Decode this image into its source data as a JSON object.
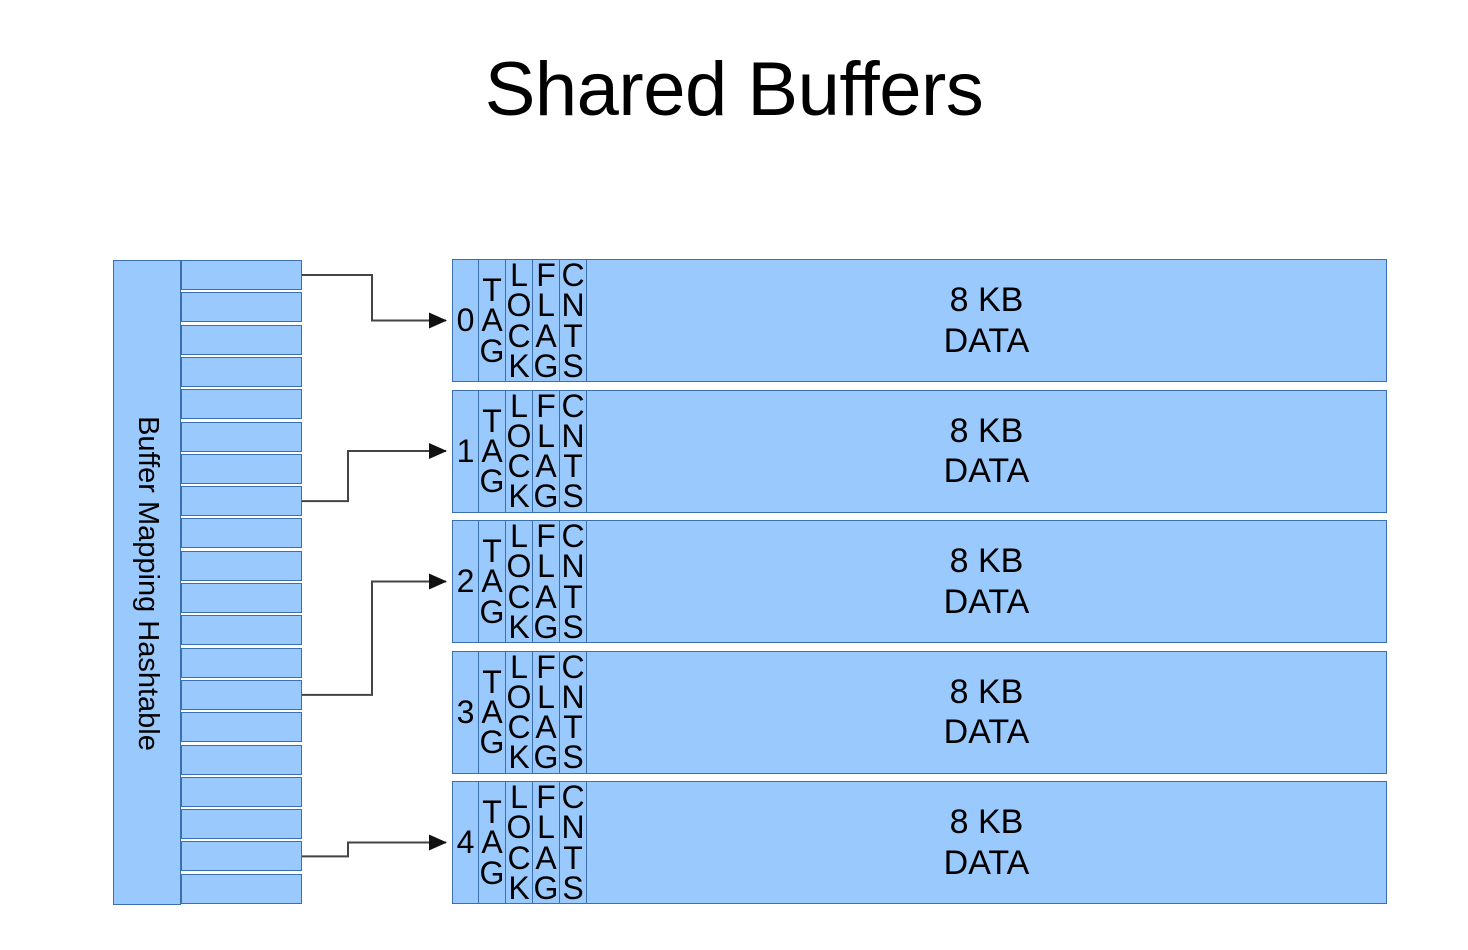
{
  "title": "Shared Buffers",
  "colors": {
    "fill": "#9ac9fd",
    "stroke": "#3a6fb0",
    "connector": "#444444",
    "background": "#ffffff",
    "text": "#000000"
  },
  "hashtable": {
    "label": "Buffer Mapping Hashtable",
    "slot_count": 20,
    "linked_slot_indexes": [
      0,
      7,
      13,
      18
    ]
  },
  "buffers": {
    "field_headers": [
      "TAG",
      "LOCK",
      "FLAG",
      "CNTS"
    ],
    "rows": [
      {
        "index": "0",
        "tag": "TAG",
        "lock": "LOCK",
        "flag": "FLAG",
        "cnts": "CNTS",
        "data": "8 KB\nDATA"
      },
      {
        "index": "1",
        "tag": "TAG",
        "lock": "LOCK",
        "flag": "FLAG",
        "cnts": "CNTS",
        "data": "8 KB\nDATA"
      },
      {
        "index": "2",
        "tag": "TAG",
        "lock": "LOCK",
        "flag": "FLAG",
        "cnts": "CNTS",
        "data": "8 KB\nDATA"
      },
      {
        "index": "3",
        "tag": "TAG",
        "lock": "LOCK",
        "flag": "FLAG",
        "cnts": "CNTS",
        "data": "8 KB\nDATA"
      },
      {
        "index": "4",
        "tag": "TAG",
        "lock": "LOCK",
        "flag": "FLAG",
        "cnts": "CNTS",
        "data": "8 KB\nDATA"
      }
    ]
  },
  "connectors": [
    {
      "from_slot": 0,
      "to_buffer": "0"
    },
    {
      "from_slot": 7,
      "to_buffer": "1"
    },
    {
      "from_slot": 13,
      "to_buffer": "2"
    },
    {
      "from_slot": 18,
      "to_buffer": "4"
    }
  ]
}
